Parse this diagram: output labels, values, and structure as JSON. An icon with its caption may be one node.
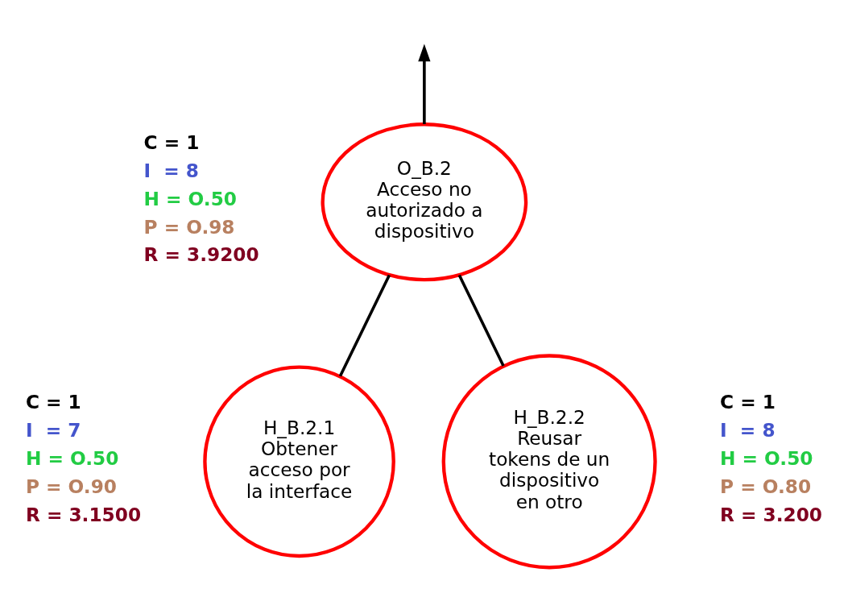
{
  "diagram": {
    "nodes": [
      {
        "text": [
          "O_B.2",
          "Acceso no autorizado a dispositivo"
        ],
        "beside": [
          "C = 1",
          "I  = 8",
          "H = O.50",
          "P = O.98",
          "R = 3.9200"
        ]
      },
      {
        "text": [
          "H_B.2.1",
          "Obtener acceso por la interface"
        ],
        "beside": [
          "C = 1",
          "I  = 7",
          "H = O.50",
          "P = O.90",
          "R = 3.1500"
        ]
      },
      {
        "text": [
          "H_B.2.2",
          "Reusar tokens de un dispositivo en otro"
        ],
        "beside": [
          "C = 1",
          "I  = 8",
          "H = O.50",
          "P = O.80",
          "R = 3.200"
        ]
      }
    ],
    "edges": [
      {
        "from": 0,
        "to": null,
        "arrow": "to"
      },
      {
        "from": 0,
        "to": 1,
        "arrow": "none"
      },
      {
        "from": 0,
        "to": 2,
        "arrow": "none"
      }
    ]
  }
}
